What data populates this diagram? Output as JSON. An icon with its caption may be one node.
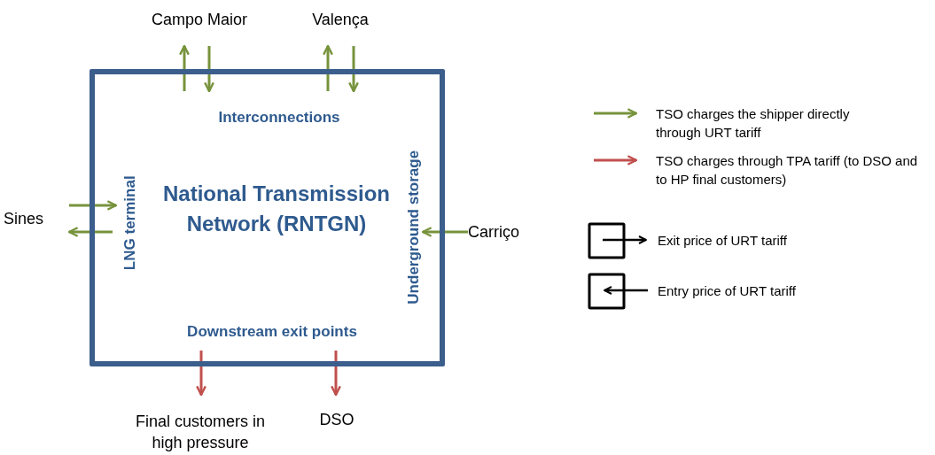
{
  "diagram": {
    "nodes": [
      {
        "text": [
          "Interconnections",
          "LNG terminal",
          "National Transmission Network (RNTGN)",
          "Underground storage",
          "Downstream exit points"
        ]
      },
      {
        "text": [
          "Campo Maior"
        ]
      },
      {
        "text": [
          "Valença"
        ]
      },
      {
        "text": [
          "Sines"
        ]
      },
      {
        "text": [
          "Carriço"
        ]
      },
      {
        "text": [
          "Final customers in high pressure"
        ]
      },
      {
        "text": [
          "DSO"
        ]
      }
    ],
    "edges": [
      {
        "from": 0,
        "to": 1,
        "arrow": "to"
      },
      {
        "from": 1,
        "to": 0,
        "arrow": "to"
      },
      {
        "from": 0,
        "to": 2,
        "arrow": "to"
      },
      {
        "from": 2,
        "to": 0,
        "arrow": "to"
      },
      {
        "from": 3,
        "to": 0,
        "arrow": "to"
      },
      {
        "from": 0,
        "to": 3,
        "arrow": "to"
      },
      {
        "from": 4,
        "to": 0,
        "arrow": "to"
      },
      {
        "from": 0,
        "to": 5,
        "arrow": "to",
        "color": "#c0504d"
      },
      {
        "from": 0,
        "to": 6,
        "arrow": "to",
        "color": "#c0504d"
      }
    ],
    "legend": [
      {
        "text": "TSO charges the shipper directly through URT tariff"
      },
      {
        "text": "TSO charges through TPA tariff (to DSO and to HP final customers)"
      },
      {
        "text": "Exit price of URT tariff"
      },
      {
        "text": "Entry price of URT tariff"
      }
    ]
  }
}
